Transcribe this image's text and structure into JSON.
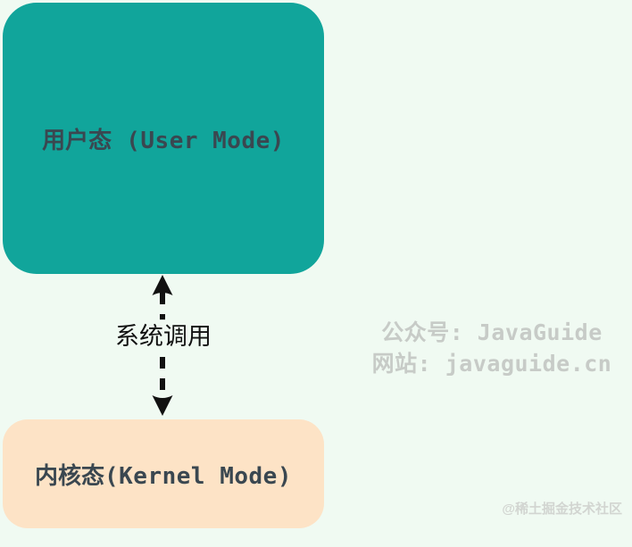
{
  "canvas": {
    "background_color": "#F0FAF2"
  },
  "diagram": {
    "user_box": {
      "label_zh": "用户态",
      "label_en": " (User Mode)",
      "bg_color": "#11A59B",
      "text_color": "#3A4750"
    },
    "kernel_box": {
      "label_zh": "内核态",
      "label_en": "(Kernel Mode)",
      "bg_color": "#FDE3C6",
      "text_color": "#3A4750"
    },
    "arrow": {
      "label": "系统调用",
      "type": "bidirectional-vertical",
      "style": "dashed",
      "color": "#111111"
    }
  },
  "watermark": {
    "line1": "公众号: JavaGuide",
    "line2": "网站: javaguide.cn",
    "color": "#C7CBC7"
  },
  "credit": {
    "text": "@稀土掘金技术社区",
    "color": "#D2D5D1"
  }
}
